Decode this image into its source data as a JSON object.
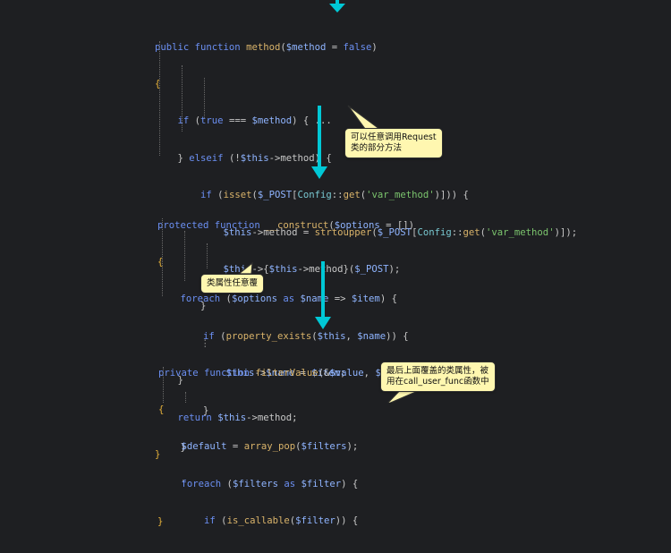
{
  "blocks": {
    "method": {
      "lines": [
        "public function method($method = false)",
        "{",
        "    if (true === $method) { ...",
        "    } elseif (!$this->method) {",
        "        if (isset($_POST[Config::get('var_method')])) {",
        "            $this->method = strtoupper($_POST[Config::get('var_method')]);",
        "            $this->{$this->method}($_POST);",
        "        }",
        "        ⋮",
        "    }",
        "    return $this->method;",
        "}"
      ]
    },
    "construct": {
      "lines": [
        "protected function __construct($options = [])",
        "{",
        "    foreach ($options as $name => $item) {",
        "        if (property_exists($this, $name)) {",
        "            $this->$name = $item;",
        "        }",
        "    }",
        "    '",
        "}"
      ]
    },
    "filter": {
      "lines": [
        "private function filterValue(&$value, $key, $filters)",
        "{",
        "    $default = array_pop($filters);",
        "    foreach ($filters as $filter) {",
        "        if (is_callable($filter)) {"
      ]
    }
  },
  "callouts": {
    "c1": "可以任意调用Request\n类的部分方法",
    "c2": "类属性任意覆",
    "c3": "最后上面覆盖的类属性，被\n用在call_user_func函数中"
  },
  "colors": {
    "background": "#1e1f22",
    "arrow": "#00c8d6",
    "callout_bg": "#fff7b0"
  }
}
